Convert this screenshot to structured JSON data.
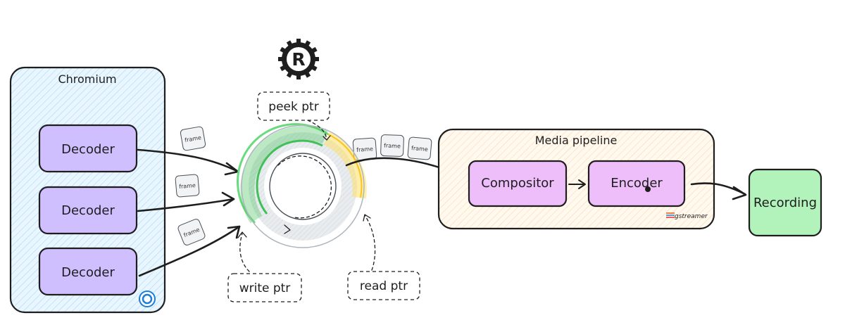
{
  "chromium": {
    "title": "Chromium",
    "decoders": [
      "Decoder",
      "Decoder",
      "Decoder"
    ]
  },
  "frames": {
    "label": "frame"
  },
  "ring_buffer": {
    "peek_label": "peek ptr",
    "write_label": "write ptr",
    "read_label": "read ptr"
  },
  "media_pipeline": {
    "title": "Media pipeline",
    "compositor": "Compositor",
    "encoder": "Encoder",
    "brand": "gstreamer"
  },
  "recording": {
    "label": "Recording"
  },
  "colors": {
    "chromium_fill": "#eaf6fd",
    "chromium_hatch": "#a5d8ff",
    "decoder_fill": "#d0bfff",
    "pipeline_fill": "#fff9ef",
    "pipeline_hatch": "#ffd8a8",
    "node_fill": "#eebefa",
    "recording_fill": "#b2f2bb",
    "ring_green": "#40c057",
    "ring_yellow": "#ffe066",
    "ring_gray": "#ced4da"
  },
  "icons": {
    "logo": "rust-logo-icon",
    "chromium_badge": "chrome-icon"
  }
}
